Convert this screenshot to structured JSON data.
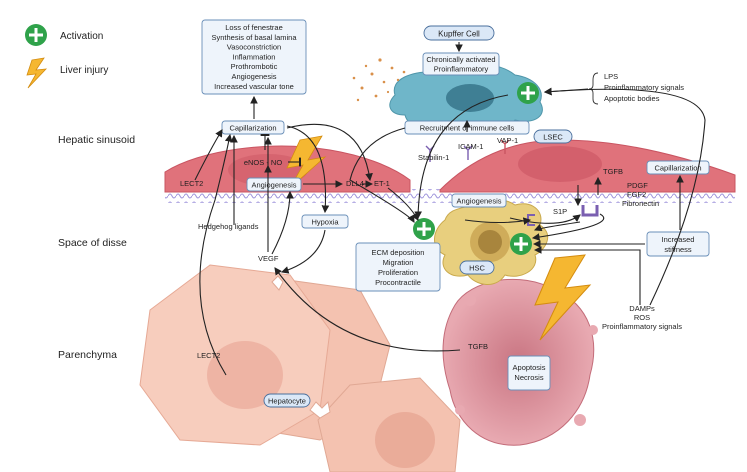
{
  "legend": {
    "activation": "Activation",
    "liver_injury": "Liver injury"
  },
  "regions": {
    "sinusoid": "Hepatic sinusoid",
    "disse": "Space of disse",
    "parenchyma": "Parenchyma"
  },
  "consequences": [
    "Loss of fenestrae",
    "Synthesis of basal lamina",
    "Vasoconstriction",
    "Inflammation",
    "Prothrombotic",
    "Angiogenesis",
    "Increased vascular tone"
  ],
  "kupffer": {
    "title": "Kupffer Cell",
    "state": [
      "Chronically activated",
      "Proinflammatory"
    ],
    "recruitment": "Recruitment of immune cells",
    "signals": [
      "LPS",
      "Proinflammatory signals",
      "Apoptotic bodies"
    ]
  },
  "lsec": {
    "title": "LSEC",
    "capillarization_left": "Capillarization",
    "capillarization_right": "Capillarization",
    "enos": "eNOS - NO",
    "angiogenesis_left": "Angiogenesis",
    "angiogenesis_right": "Angiogenesis",
    "dll4": "DLL4",
    "et1": "ET-1",
    "lect2": "LECT2",
    "stabilin": "Stabilin-1",
    "icam": "ICAM-1",
    "vap": "VAP-1",
    "tgfb": "TGFB",
    "pdgf": [
      "PDGF",
      "FGF2",
      "Fibronectin"
    ],
    "s1p": "S1P"
  },
  "disse": {
    "hedgehog": "Hedgehog ligands",
    "hypoxia": "Hypoxia",
    "vegf": "VEGF",
    "hsc_functions": [
      "ECM deposition",
      "Migration",
      "Proliferation",
      "Procontractile"
    ],
    "hsc": "HSC",
    "stiffness": [
      "Increased",
      "stiffness"
    ],
    "damps": [
      "DAMPs",
      "ROS",
      "Proinflammatory signals"
    ]
  },
  "parenchyma": {
    "lect2": "LECT2",
    "tgfb": "TGFB",
    "hepatocyte": "Hepatocyte",
    "apoptosis": [
      "Apoptosis",
      "Necrosis"
    ]
  },
  "colors": {
    "activation": "#2fa24a",
    "endothelium": "#e0727b",
    "membrane": "#7b6fc4",
    "hepatocyte": "#f5c7b6",
    "kupffer": "#6fb6c9",
    "hsc": "#e8cf7e",
    "injury": "#f5b731",
    "apoptotic": "#d98a95"
  }
}
